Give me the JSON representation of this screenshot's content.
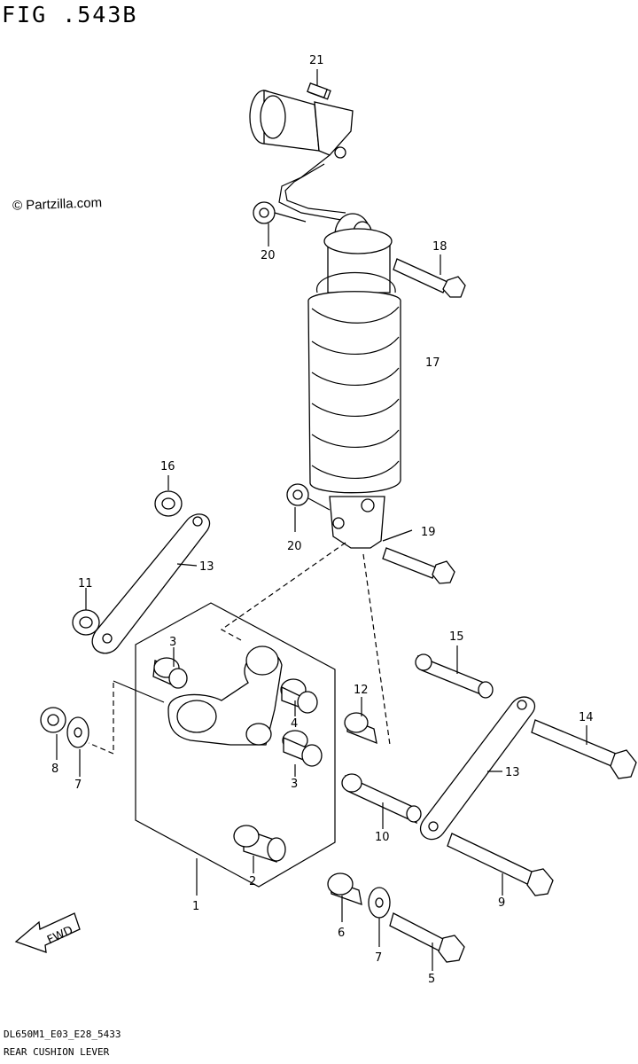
{
  "figure": {
    "title": "FIG .543B",
    "watermark": "© Partzilla.com",
    "code": "DL650M1_E03_E28_5433",
    "caption": "REAR CUSHION LEVER"
  },
  "callouts": [
    "21",
    "20",
    "18",
    "17",
    "16",
    "20",
    "19",
    "13",
    "11",
    "3",
    "15",
    "12",
    "14",
    "4",
    "8",
    "7",
    "3",
    "13",
    "10",
    "2",
    "1",
    "9",
    "6",
    "7",
    "5"
  ],
  "fwd_label": "FWD"
}
